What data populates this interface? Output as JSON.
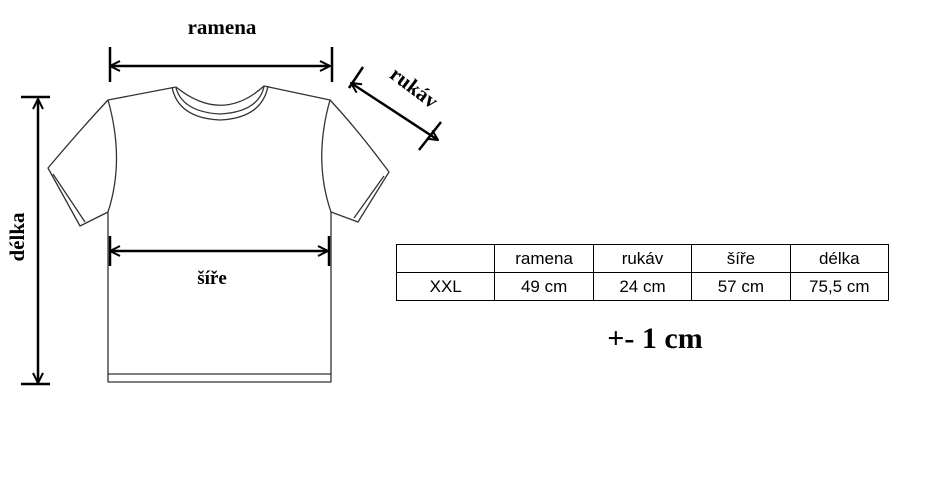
{
  "labels": {
    "shoulders": "ramena",
    "sleeve": "rukáv",
    "width": "šíře",
    "length": "délka"
  },
  "table": {
    "headers": [
      "",
      "ramena",
      "rukáv",
      "šíře",
      "délka"
    ],
    "rows": [
      [
        "XXL",
        "49 cm",
        "24 cm",
        "57 cm",
        "75,5 cm"
      ]
    ]
  },
  "tolerance": "+- 1 cm",
  "colors": {
    "ink": "#000000",
    "shirt_stroke": "#333333",
    "background": "#ffffff"
  }
}
